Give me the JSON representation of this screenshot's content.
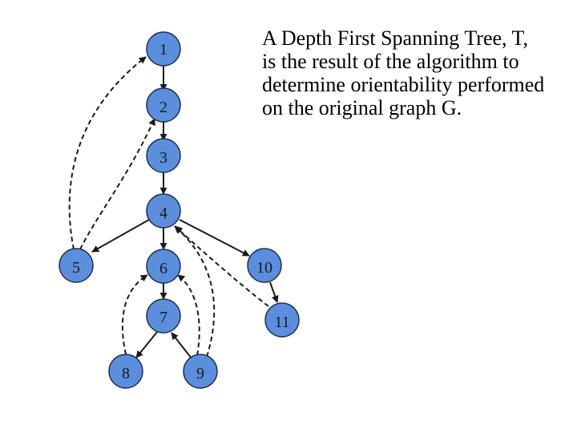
{
  "colors": {
    "node_fill": "#5b8fde",
    "node_stroke": "#1e2d55",
    "edge": "#1a1a1a"
  },
  "caption": {
    "line1": "A Depth First Spanning Tree, T,",
    "line2": "is the result of the algorithm to",
    "line3": "determine orientability performed",
    "line4": "on the original graph G."
  },
  "nodes": [
    {
      "id": "1",
      "label": "1"
    },
    {
      "id": "2",
      "label": "2"
    },
    {
      "id": "3",
      "label": "3"
    },
    {
      "id": "4",
      "label": "4"
    },
    {
      "id": "5",
      "label": "5"
    },
    {
      "id": "6",
      "label": "6"
    },
    {
      "id": "7",
      "label": "7"
    },
    {
      "id": "8",
      "label": "8"
    },
    {
      "id": "9",
      "label": "9"
    },
    {
      "id": "10",
      "label": "10"
    },
    {
      "id": "11",
      "label": "11"
    }
  ],
  "tree_edges": [
    {
      "from": "1",
      "to": "2"
    },
    {
      "from": "2",
      "to": "3"
    },
    {
      "from": "3",
      "to": "4"
    },
    {
      "from": "4",
      "to": "5"
    },
    {
      "from": "4",
      "to": "6"
    },
    {
      "from": "4",
      "to": "10"
    },
    {
      "from": "6",
      "to": "7"
    },
    {
      "from": "7",
      "to": "8"
    },
    {
      "from": "9",
      "to": "7"
    },
    {
      "from": "10",
      "to": "11"
    }
  ],
  "back_edges": [
    {
      "from": "5",
      "to": "1"
    },
    {
      "from": "5",
      "to": "2"
    },
    {
      "from": "8",
      "to": "6"
    },
    {
      "from": "9",
      "to": "6"
    },
    {
      "from": "9",
      "to": "4"
    },
    {
      "from": "11",
      "to": "4"
    }
  ]
}
